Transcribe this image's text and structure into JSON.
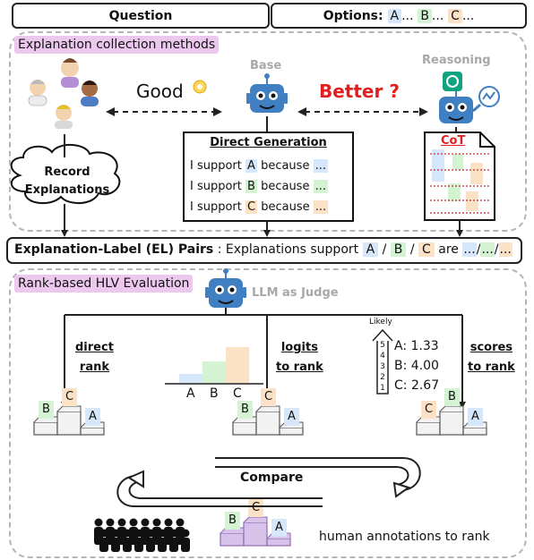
{
  "header": {
    "question": "Question",
    "options_label": "Options:",
    "options": [
      {
        "letter": "A",
        "tail": "...",
        "color": "#d6e6fb"
      },
      {
        "letter": "B",
        "tail": "...",
        "color": "#d3f3d3"
      },
      {
        "letter": "C",
        "tail": "...",
        "color": "#fbe1c6"
      }
    ]
  },
  "collection": {
    "title": "Explanation collection methods",
    "record": [
      "Record",
      "Explanations"
    ],
    "good": "Good",
    "better": "Better",
    "better_mark": "?",
    "base_label": "Base",
    "reasoning_label": "Reasoning",
    "direct_title": "Direct Generation",
    "direct_lines": [
      {
        "prefix": "I support",
        "letter": "A",
        "suffix": "because",
        "tail": "..."
      },
      {
        "prefix": "I support",
        "letter": "B",
        "suffix": "because",
        "tail": "..."
      },
      {
        "prefix": "I support",
        "letter": "C",
        "suffix": "because",
        "tail": "..."
      }
    ],
    "cot_label": "CoT"
  },
  "el_pairs": {
    "title": "Explanation-Label (EL) Pairs",
    "sep": ":",
    "desc": "Explanations support",
    "slash": "/",
    "are": "are",
    "dots": "...",
    "letters": [
      "A",
      "B",
      "C"
    ]
  },
  "evaluation": {
    "title": "Rank-based HLV Evaluation",
    "judge": "LLM as Judge",
    "direct_rank": [
      "direct",
      "rank"
    ],
    "logits_rank": [
      "logits",
      "to rank"
    ],
    "scores_rank": [
      "scores",
      "to rank"
    ],
    "likely": "Likely",
    "scale": [
      "5",
      "4",
      "3",
      "2",
      "1"
    ],
    "scores": [
      {
        "label": "A:",
        "value": "1.33"
      },
      {
        "label": "B:",
        "value": "4.00"
      },
      {
        "label": "C:",
        "value": "2.67"
      }
    ],
    "bar_categories": [
      "A",
      "B",
      "C"
    ],
    "compare": "Compare",
    "human": "human annotations to rank",
    "podiums": [
      {
        "first": "C",
        "second": "B",
        "third": "A"
      },
      {
        "first": "C",
        "second": "B",
        "third": "A"
      },
      {
        "first": "B",
        "second": "C",
        "third": "A"
      },
      {
        "first": "C",
        "second": "B",
        "third": "A"
      }
    ]
  },
  "colors": {
    "A": "#d6e6fb",
    "B": "#d3f3d3",
    "C": "#fbe1c6",
    "pink": "#ecc8ef",
    "robot": "#3f7fc2",
    "red": "#e02020"
  }
}
